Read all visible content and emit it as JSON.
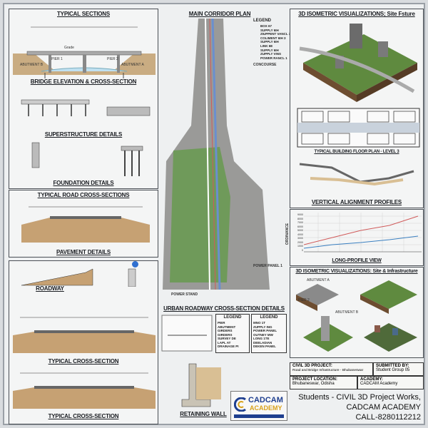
{
  "left": {
    "typical_sections": "TYPICAL SECTIONS",
    "bridge_elevation": "BRIDGE ELEVATION & CROSS-SECTION",
    "superstructure": "SUPERSTRUCTURE DETAILS",
    "foundation": "FOUNDATION DETAILS",
    "road_cross_sections": "TYPICAL ROAD CROSS-SECTIONS",
    "pavement": "PAVEMENT DETAILS",
    "roadway": "ROADWAY",
    "typical_cross_section_1": "TYPICAL CROSS-SECTION",
    "typical_cross_section_2": "TYPICAL CROSS-SECTION",
    "labels": {
      "abutment_a": "ABUTMENT A",
      "abutment_b": "ABUTMENT B",
      "pier_1": "PIER 1",
      "pier_2": "PIER 2",
      "grade": "Grade"
    }
  },
  "center": {
    "main_corridor_plan": "MAIN CORRIDOR PLAN",
    "legend_title": "LEGEND",
    "legend_items": [
      "BOX 67",
      "SUPPLY 6IH",
      "ZIUPPENT VANCL 3",
      "COLIMENT 6IH 3",
      "SUPPLY 6IH",
      "LINK 6E",
      "SUPPLY 6IH",
      "ZUPPLY VINS",
      "POWER RANCL 1"
    ],
    "concourse": "CONCOURSE",
    "power_panel": "POWER PANEL 1",
    "power_stand": "POWER STAND",
    "urban_roadway": "URBAN ROADWAY CROSS-SECTION DETAILS",
    "legend_a_title": "LEGEND",
    "legend_a_items": [
      "PIER",
      "ABUTMENT",
      "GIRDERS",
      "GIRDERS",
      "SURVEY DE",
      "LAPL AT",
      "DRAINAGE PI"
    ],
    "legend_b_title": "LEGEND",
    "legend_b_items": [
      "MNO 1T",
      "ZUPPLY ING",
      "POWER PANEL",
      "OUTNEY MW",
      "LONG 1TE",
      "DEELADIAN",
      "DEKEN PANEL"
    ],
    "retaining_wall": "RETAINING WALL",
    "logo_line1": "CADCAM",
    "logo_line2": "ACADEMY"
  },
  "right": {
    "iso_site_future": "3D ISOMETRIC VISUALIZATIONS; Site Fsture",
    "floor_plan": "TYPICAL BUILDING FLOOR PLAN - LEVEL 3",
    "vertical_alignment": "VERTICAL ALIGNMENT PROFILES",
    "long_profile_ylabel": "ORDINANCE",
    "long_profile_yticks": [
      "9000",
      "8000",
      "7000",
      "6000",
      "5000",
      "4000",
      "3000",
      "2000",
      "1000",
      "0"
    ],
    "long_profile": "LONG-PROFILE VIEW",
    "iso_site_infra": "3D ISOMETRIC VISUALIZATIONS: Site & Infrastructure",
    "abutment_a": "ABUTMENT A",
    "abutment_b": "ABUTMENT B",
    "pier_2": "PIER 2"
  },
  "title_block": {
    "project_label": "CIVIL 3D PROJECT:",
    "project_value": "Road and Bridge Infrastructure - Bhubaneswar",
    "submitted_label": "SUBMITTED BY:",
    "submitted_value": "Student Group 05",
    "location_label": "PROJECT LOCATION:",
    "location_value": "Bhubaneswar, Odisha",
    "academy_label": "ACADEMY:",
    "academy_value": "CADCAM Academy"
  },
  "footer": {
    "line1": "Students - CIVIL 3D Project Works,",
    "line2": "CADCAM ACADEMY",
    "line3": "CALL-8280112212"
  },
  "colors": {
    "panel_border": "#4a4f55",
    "pin_blue": "#2f6fd0",
    "logo_blue": "#1f3f8f",
    "logo_gold": "#d9a21b",
    "profile_red": "#d05a5a",
    "profile_blue": "#3a7fc0"
  }
}
